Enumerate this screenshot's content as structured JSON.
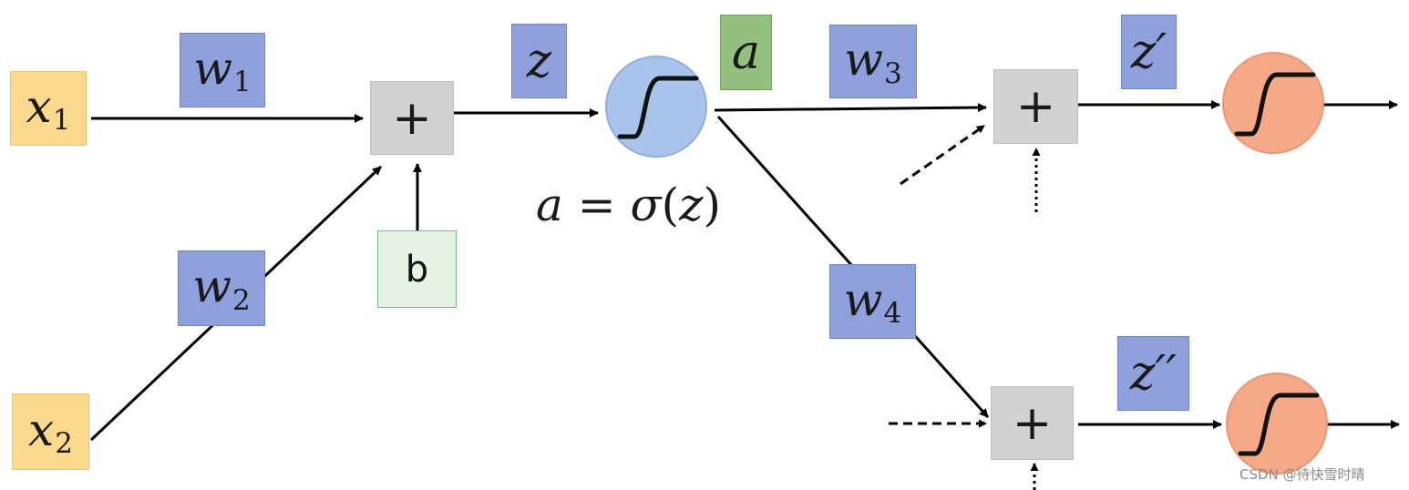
{
  "inputs": [
    {
      "var": "x",
      "sub": "1"
    },
    {
      "var": "x",
      "sub": "2"
    }
  ],
  "weights": [
    {
      "var": "w",
      "sub": "1"
    },
    {
      "var": "w",
      "sub": "2"
    },
    {
      "var": "w",
      "sub": "3"
    },
    {
      "var": "w",
      "sub": "4"
    }
  ],
  "bias": {
    "label": "b"
  },
  "sum_symbol": "+",
  "signals": {
    "z": "z",
    "a": "a",
    "z_prime": "z′",
    "z_double_prime": "z′′"
  },
  "formula": {
    "lhs": "a",
    "eq": " = ",
    "func": "σ",
    "open": "(",
    "arg": "z",
    "close": ")"
  },
  "colors": {
    "input_fill": "#fbd98d",
    "weight_fill": "#8ea1dc",
    "activation_label_fill": "#93bf7f",
    "bias_fill": "#e7f3e2",
    "sum_fill": "#d2d2d2",
    "neuron_blue": "#a9c4ea",
    "neuron_orange": "#f5a987"
  },
  "watermark": "CSDN @待快雪时晴"
}
